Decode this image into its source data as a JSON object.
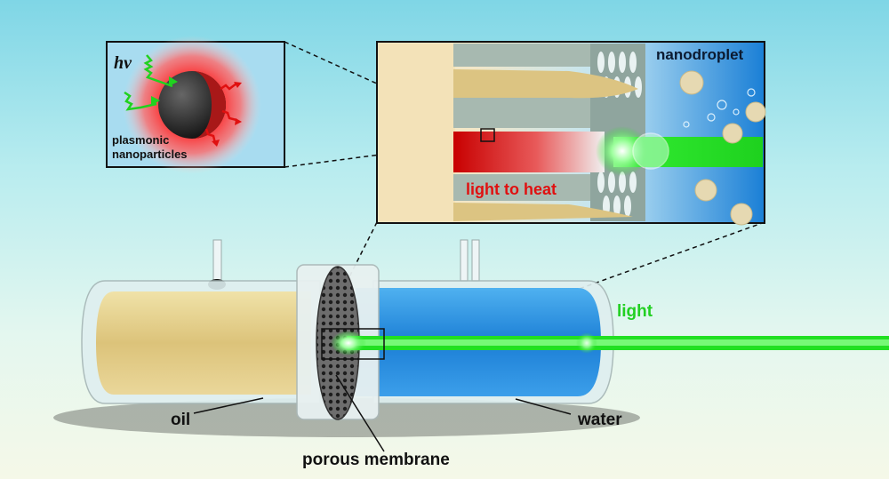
{
  "labels": {
    "hv": "hv",
    "plasmonic_line1": "plasmonic",
    "plasmonic_line2": "nanoparticles",
    "nanodroplet": "nanodroplet",
    "light_to_heat": "light to heat",
    "light": "light",
    "oil": "oil",
    "water": "water",
    "porous_membrane": "porous membrane"
  },
  "colors": {
    "light_beam": "#22e022",
    "heat": "#e01010",
    "oil": "#e8d89a",
    "water": "#2a8fe0"
  }
}
